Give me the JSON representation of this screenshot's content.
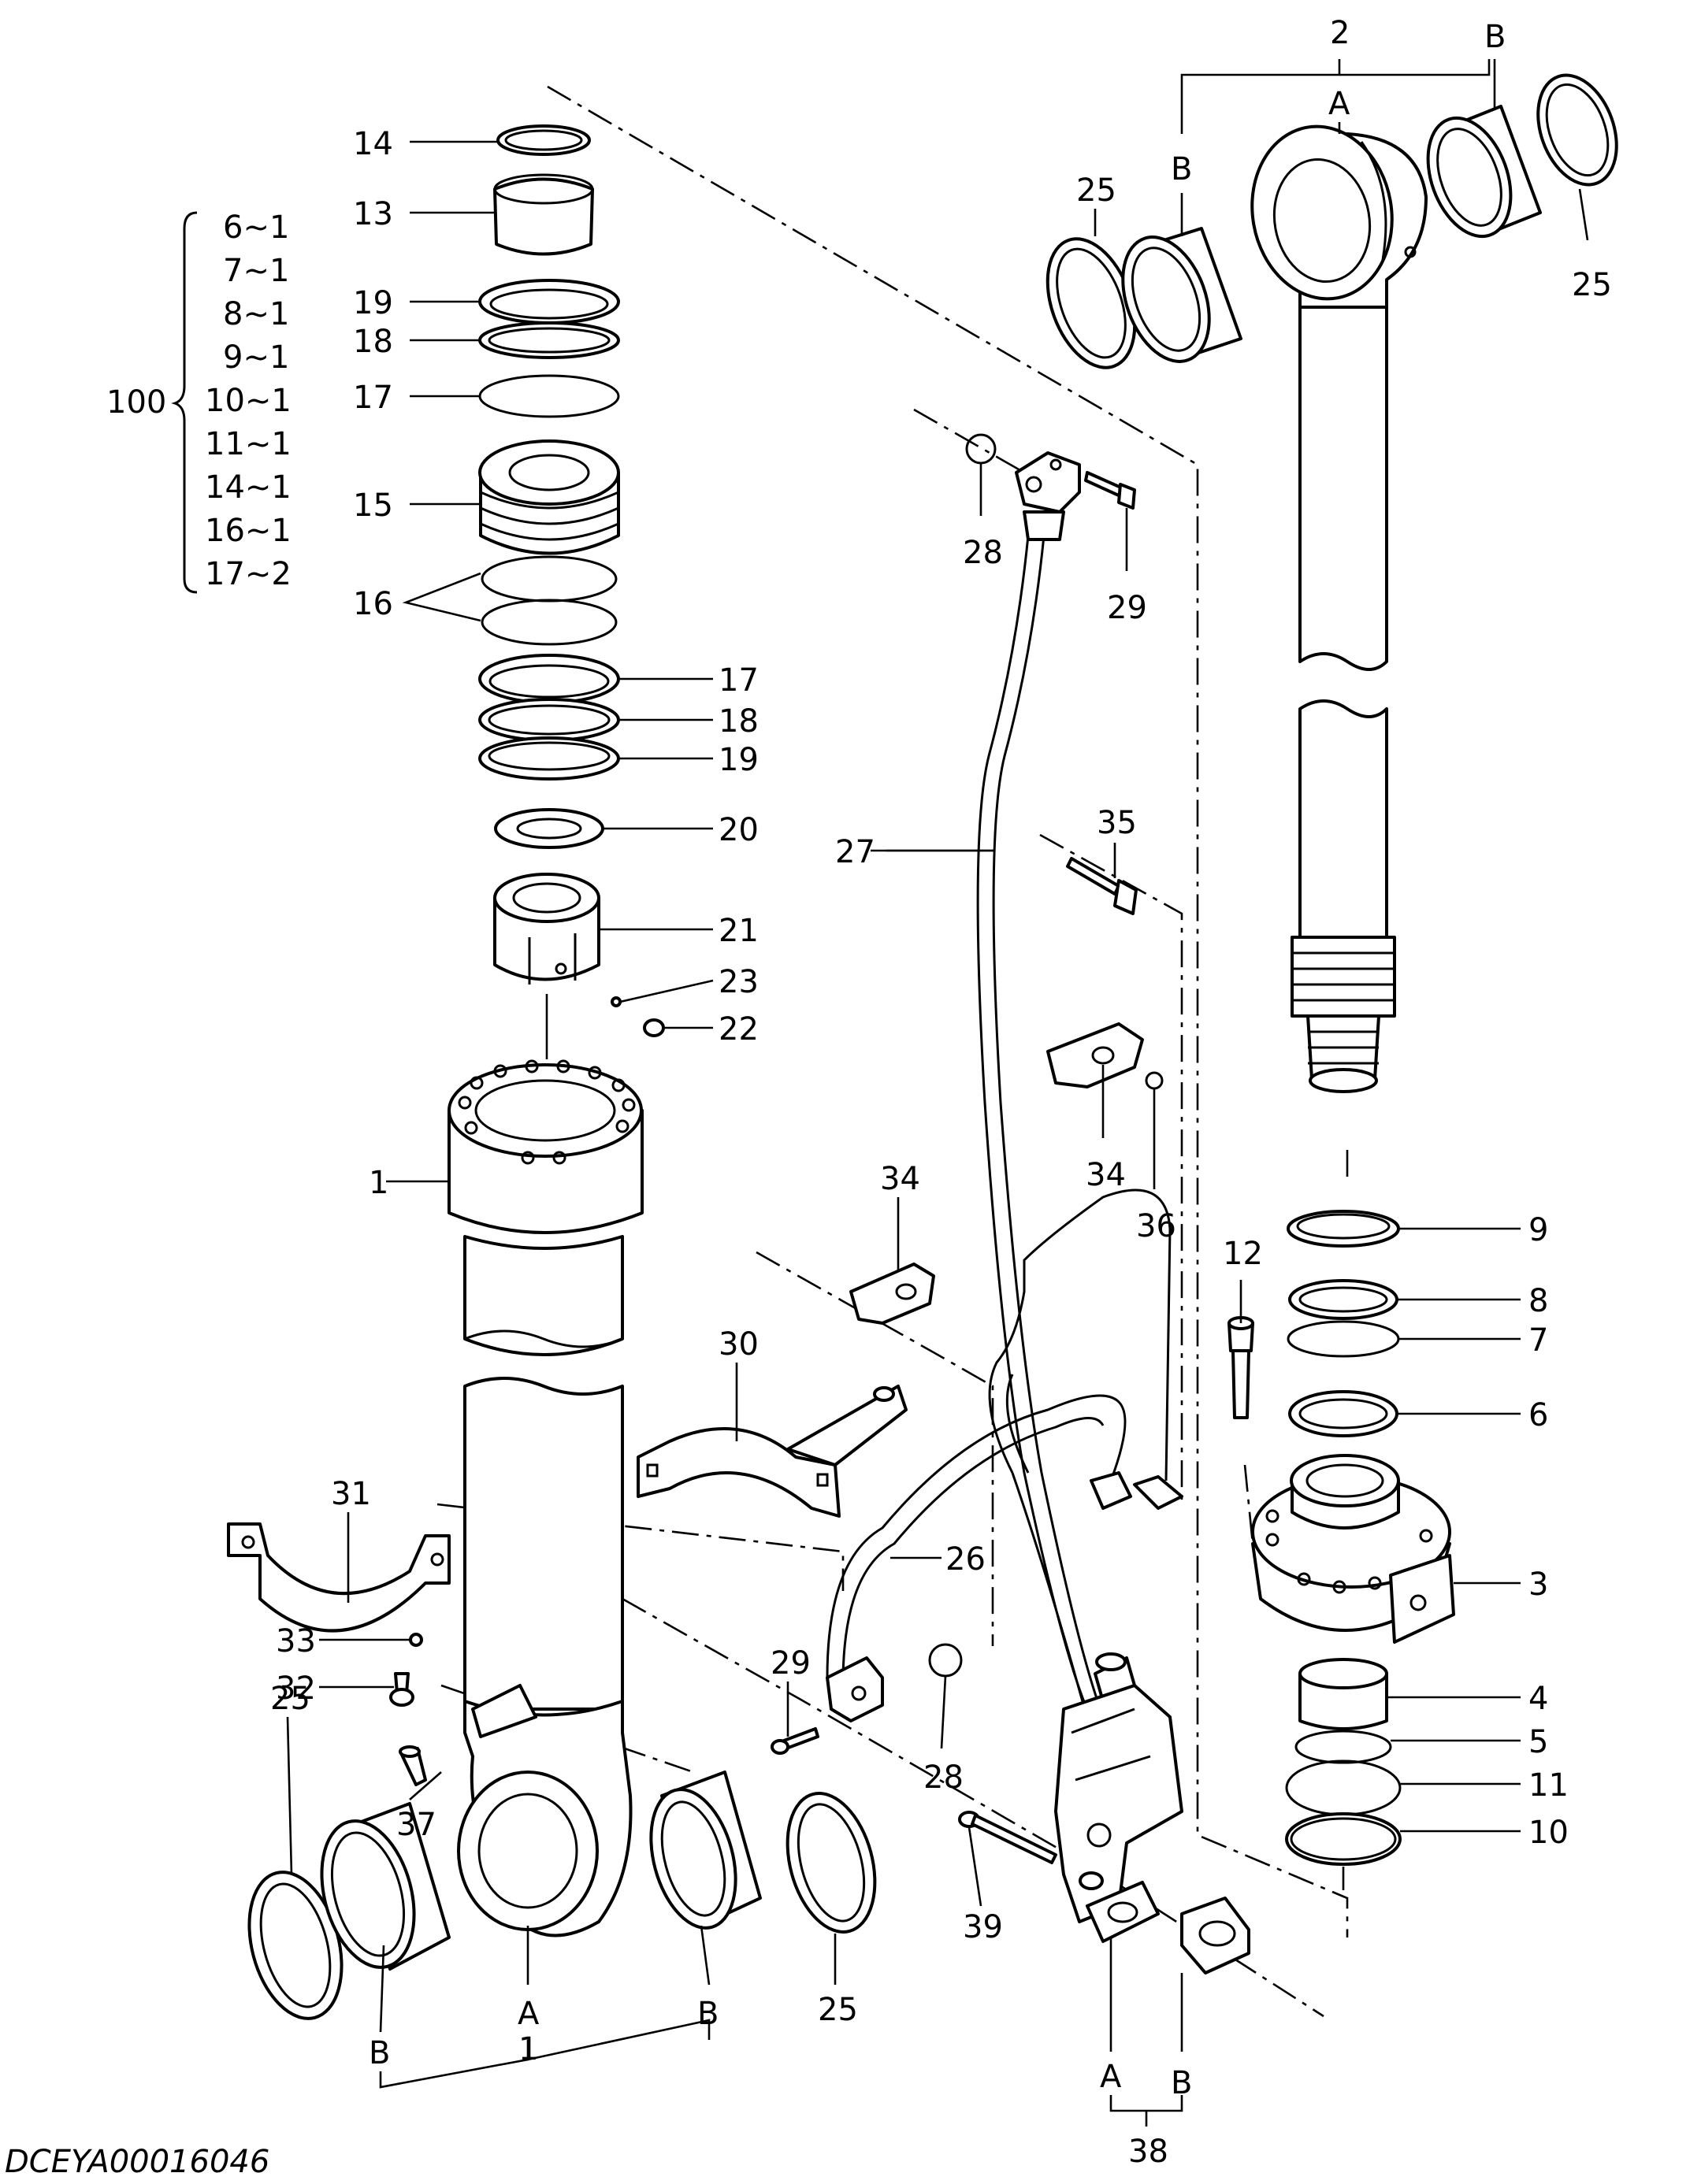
{
  "drawing_code": "DCEYA00016046",
  "kit": {
    "number": "100",
    "items": [
      "6~1",
      "7~1",
      "8~1",
      "9~1",
      "10~1",
      "11~1",
      "14~1",
      "16~1",
      "17~2"
    ]
  },
  "labels": {
    "n1": "1",
    "n2": "2",
    "n3": "3",
    "n4": "4",
    "n5": "5",
    "n6": "6",
    "n7": "7",
    "n8": "8",
    "n9": "9",
    "n10": "10",
    "n11": "11",
    "n12": "12",
    "n13": "13",
    "n14": "14",
    "n15": "15",
    "n16": "16",
    "n17": "17",
    "n18": "18",
    "n19": "19",
    "n20": "20",
    "n21": "21",
    "n22": "22",
    "n23": "23",
    "n25": "25",
    "n26": "26",
    "n27": "27",
    "n28": "28",
    "n29": "29",
    "n30": "30",
    "n31": "31",
    "n32": "32",
    "n33": "33",
    "n34": "34",
    "n35": "35",
    "n36": "36",
    "n37": "37",
    "n38": "38",
    "n39": "39",
    "A": "A",
    "B": "B"
  }
}
